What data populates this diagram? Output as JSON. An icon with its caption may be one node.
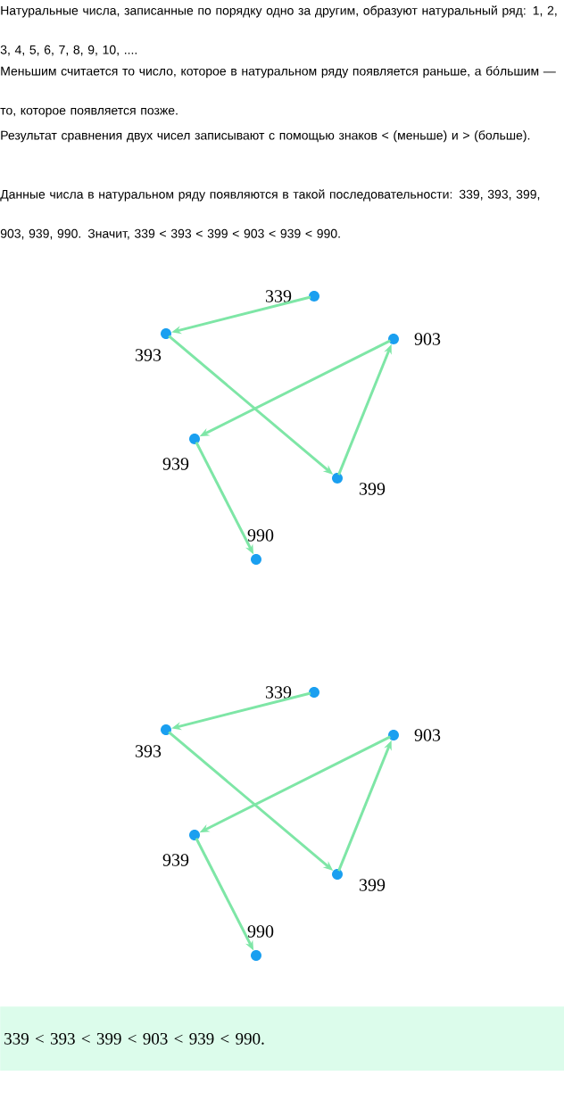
{
  "diagram": {
    "nodes": [
      {
        "text": [],
        "shape": "circle",
        "beside": [
          "339"
        ]
      },
      {
        "text": [],
        "shape": "circle",
        "beside": [
          "393"
        ]
      },
      {
        "text": [],
        "shape": "circle",
        "beside": [
          "903"
        ]
      },
      {
        "text": [],
        "shape": "circle",
        "beside": [
          "939"
        ]
      },
      {
        "text": [],
        "shape": "circle",
        "beside": [
          "399"
        ]
      },
      {
        "text": [],
        "shape": "circle",
        "beside": [
          "990"
        ]
      },
      {
        "text": [],
        "shape": "circle",
        "beside": [
          "339"
        ]
      },
      {
        "text": [],
        "shape": "circle",
        "beside": [
          "393"
        ]
      },
      {
        "text": [],
        "shape": "circle",
        "beside": [
          "903"
        ]
      },
      {
        "text": [],
        "shape": "circle",
        "beside": [
          "939"
        ]
      },
      {
        "text": [],
        "shape": "circle",
        "beside": [
          "399"
        ]
      },
      {
        "text": [],
        "shape": "circle",
        "beside": [
          "990"
        ]
      },
      {
        "text": [
          "339 < 393 < 399 < 903 < 939 < 990."
        ]
      }
    ],
    "edges": [
      {
        "from": 0,
        "to": 1,
        "arrow": "to"
      },
      {
        "from": 1,
        "to": 4,
        "arrow": "to"
      },
      {
        "from": 4,
        "to": 2,
        "arrow": "to"
      },
      {
        "from": 2,
        "to": 3,
        "arrow": "to"
      },
      {
        "from": 3,
        "to": 5,
        "arrow": "to"
      },
      {
        "from": 6,
        "to": 7,
        "arrow": "to"
      },
      {
        "from": 7,
        "to": 10,
        "arrow": "to"
      },
      {
        "from": 10,
        "to": 8,
        "arrow": "to"
      },
      {
        "from": 8,
        "to": 9,
        "arrow": "to"
      },
      {
        "from": 9,
        "to": 11,
        "arrow": "to"
      }
    ],
    "labels": [
      "Натуральные числа, записанные по порядку одно за другим, образуют натуральный ряд: 1, 2, 3, 4, 5, 6, 7, 8, 9, 10, ....",
      "Меньшим считается то число, которое в натуральном ряду появляется раньше, а бо́льшим — то, которое появляется позже.",
      "Результат сравнения двух чисел записывают с помощью знаков < (меньше) и > (больше).",
      "Данные числа в натуральном ряду появляются в такой последовательности: 339, 393, 399, 903, 939, 990. Значит, 339 < 393 < 399 < 903 < 939 < 990."
    ]
  }
}
